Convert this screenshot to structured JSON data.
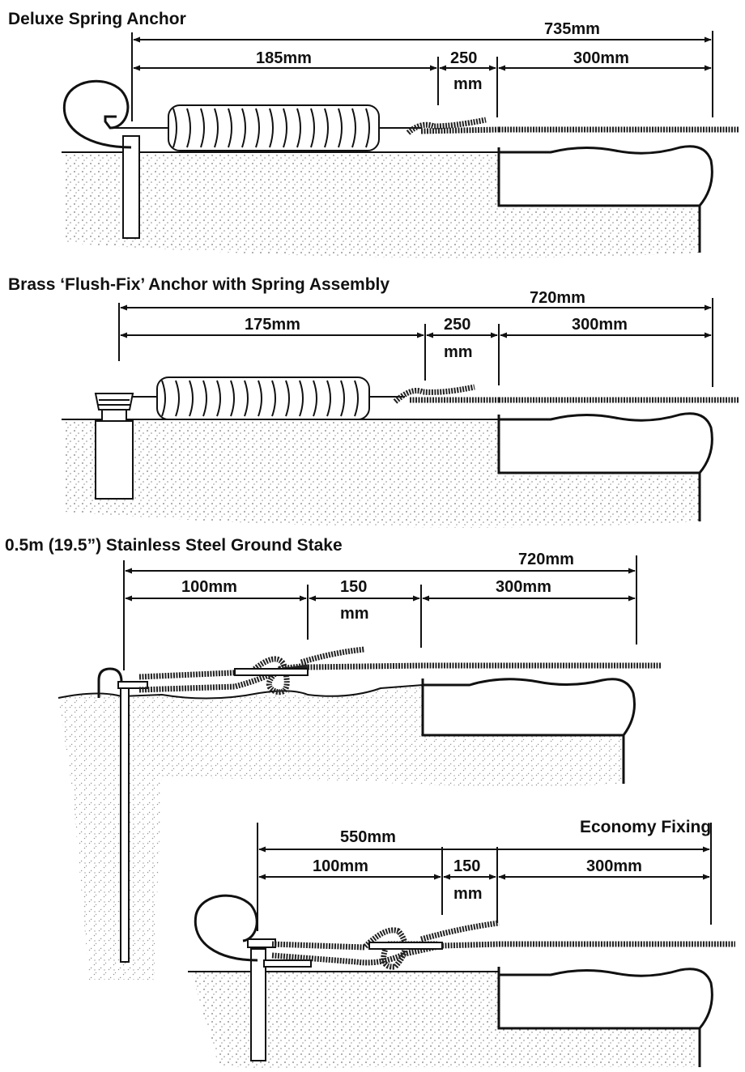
{
  "diagrams": [
    {
      "title": "Deluxe Spring Anchor",
      "total": "735mm",
      "seg1": "185mm",
      "seg2a": "250",
      "seg2b": "mm",
      "seg3": "300mm"
    },
    {
      "title": "Brass ‘Flush-Fix’ Anchor with Spring Assembly",
      "total": "720mm",
      "seg1": "175mm",
      "seg2a": "250",
      "seg2b": "mm",
      "seg3": "300mm"
    },
    {
      "title": "0.5m (19.5”) Stainless Steel Ground Stake",
      "total": "720mm",
      "seg1": "100mm",
      "seg2a": "150",
      "seg2b": "mm",
      "seg3": "300mm"
    },
    {
      "title": "Economy Fixing",
      "total": "550mm",
      "seg1": "100mm",
      "seg2a": "150",
      "seg2b": "mm",
      "seg3": "300mm"
    }
  ],
  "colors": {
    "ink": "#111111",
    "ground": "#bbbbbb",
    "background": "#ffffff"
  }
}
